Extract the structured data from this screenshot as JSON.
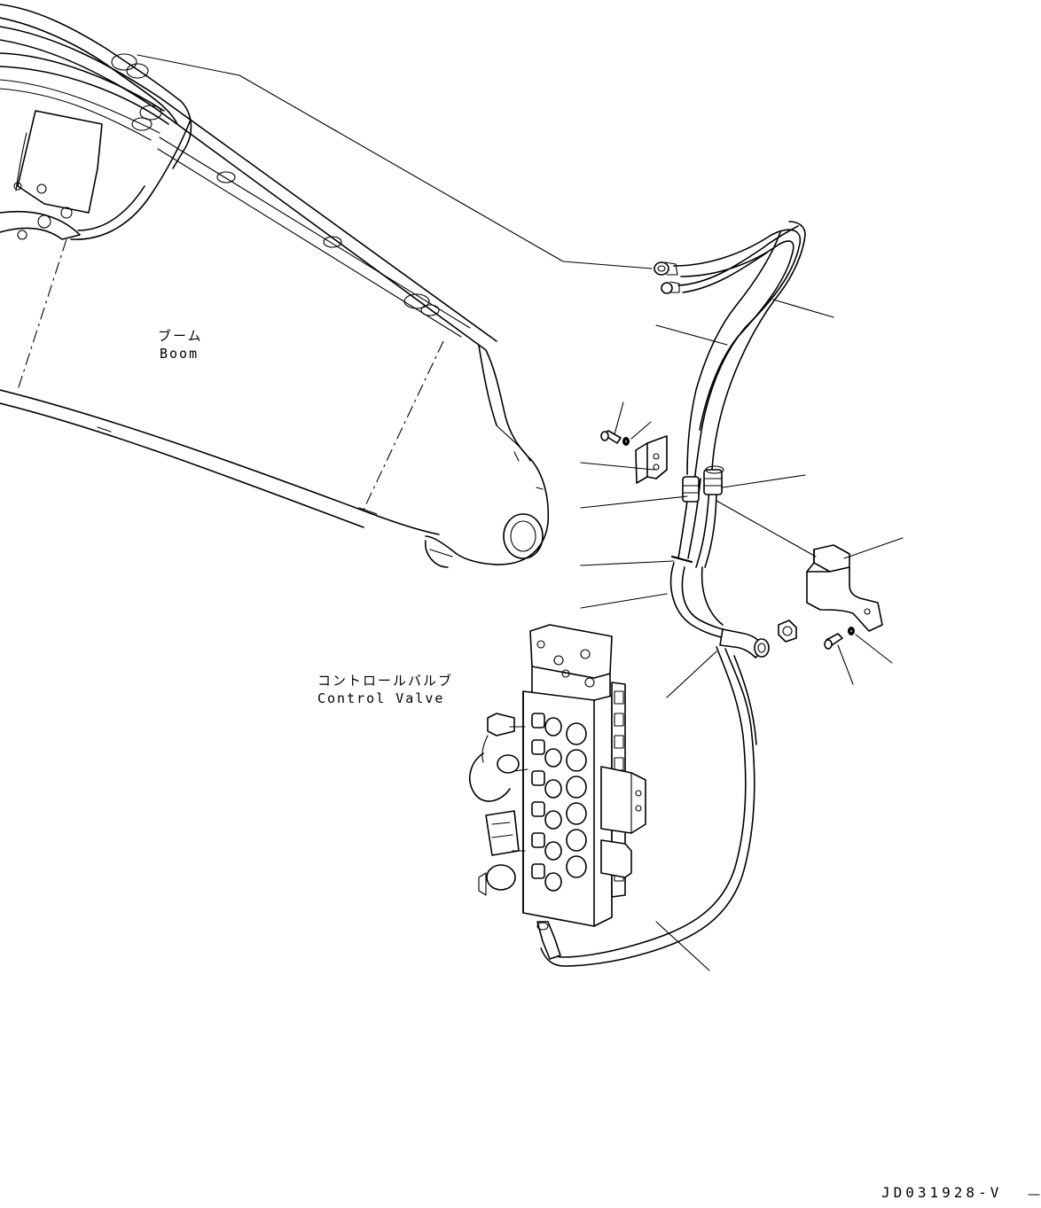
{
  "labels": {
    "boom_jp": "ブーム",
    "boom_en": "Boom",
    "control_valve_jp": "コントロールバルブ",
    "control_valve_en": "Control Valve"
  },
  "drawing_code": "JD031928-V"
}
